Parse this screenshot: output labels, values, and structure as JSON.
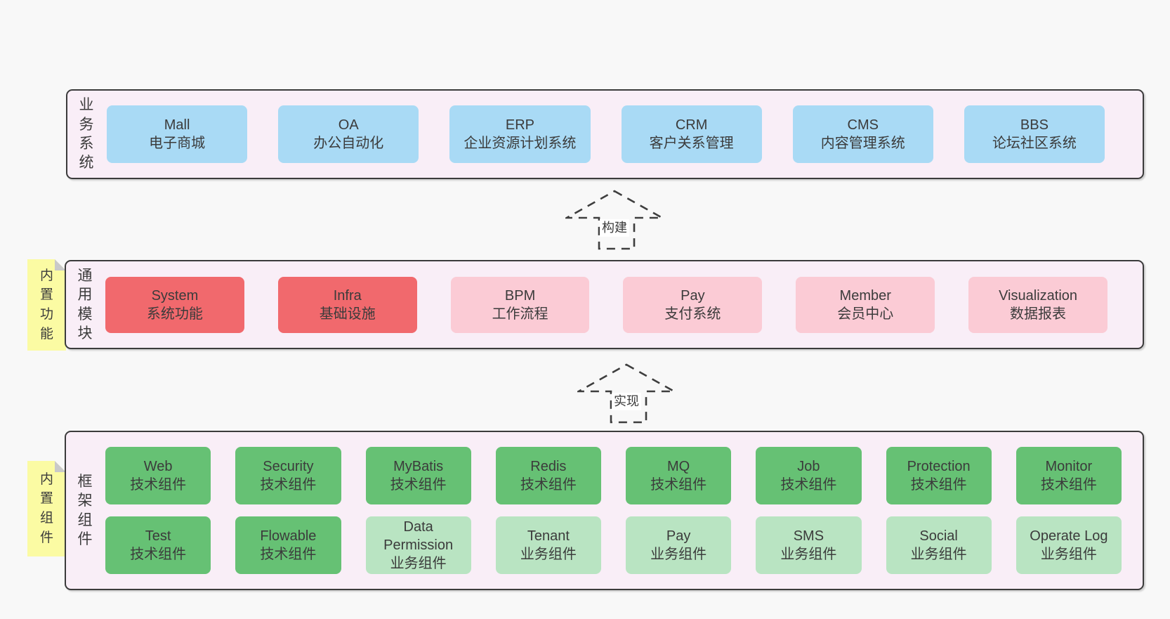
{
  "colors": {
    "page_bg": "#f8f8f8",
    "container_fill": "#f9eef7",
    "container_border": "#3b3b3b",
    "business_box": "#a9daf5",
    "module_core_box": "#f1696d",
    "module_optional_box": "#fbcbd5",
    "tech_component_box": "#66c174",
    "biz_component_box": "#b9e4c2",
    "note_bg": "#fbfba3",
    "note_fold": "#c9c9c9",
    "text": "#3b3b3b"
  },
  "business": {
    "label": "业务系统",
    "items": [
      {
        "name": "Mall",
        "desc": "电子商城",
        "variant": "blue"
      },
      {
        "name": "OA",
        "desc": "办公自动化",
        "variant": "blue"
      },
      {
        "name": "ERP",
        "desc": "企业资源计划系统",
        "variant": "blue"
      },
      {
        "name": "CRM",
        "desc": "客户关系管理",
        "variant": "blue"
      },
      {
        "name": "CMS",
        "desc": "内容管理系统",
        "variant": "blue"
      },
      {
        "name": "BBS",
        "desc": "论坛社区系统",
        "variant": "blue"
      }
    ]
  },
  "modules": {
    "label": "通用模块",
    "note": "内置功能",
    "items": [
      {
        "name": "System",
        "desc": "系统功能",
        "variant": "red"
      },
      {
        "name": "Infra",
        "desc": "基础设施",
        "variant": "red"
      },
      {
        "name": "BPM",
        "desc": "工作流程",
        "variant": "pink"
      },
      {
        "name": "Pay",
        "desc": "支付系统",
        "variant": "pink"
      },
      {
        "name": "Member",
        "desc": "会员中心",
        "variant": "pink"
      },
      {
        "name": "Visualization",
        "desc": "数据报表",
        "variant": "pink"
      }
    ]
  },
  "components": {
    "label": "框架组件",
    "note": "内置组件",
    "items": [
      {
        "name": "Web",
        "desc": "技术组件",
        "variant": "green"
      },
      {
        "name": "Security",
        "desc": "技术组件",
        "variant": "green"
      },
      {
        "name": "MyBatis",
        "desc": "技术组件",
        "variant": "green"
      },
      {
        "name": "Redis",
        "desc": "技术组件",
        "variant": "green"
      },
      {
        "name": "MQ",
        "desc": "技术组件",
        "variant": "green"
      },
      {
        "name": "Job",
        "desc": "技术组件",
        "variant": "green"
      },
      {
        "name": "Protection",
        "desc": "技术组件",
        "variant": "green"
      },
      {
        "name": "Monitor",
        "desc": "技术组件",
        "variant": "green"
      },
      {
        "name": "Test",
        "desc": "技术组件",
        "variant": "green"
      },
      {
        "name": "Flowable",
        "desc": "技术组件",
        "variant": "green"
      },
      {
        "name": "Data Permission",
        "desc": "业务组件",
        "variant": "lightgreen"
      },
      {
        "name": "Tenant",
        "desc": "业务组件",
        "variant": "lightgreen"
      },
      {
        "name": "Pay",
        "desc": "业务组件",
        "variant": "lightgreen"
      },
      {
        "name": "SMS",
        "desc": "业务组件",
        "variant": "lightgreen"
      },
      {
        "name": "Social",
        "desc": "业务组件",
        "variant": "lightgreen"
      },
      {
        "name": "Operate Log",
        "desc": "业务组件",
        "variant": "lightgreen"
      }
    ]
  },
  "arrows": {
    "build": {
      "label": "构建"
    },
    "implement": {
      "label": "实现"
    }
  }
}
